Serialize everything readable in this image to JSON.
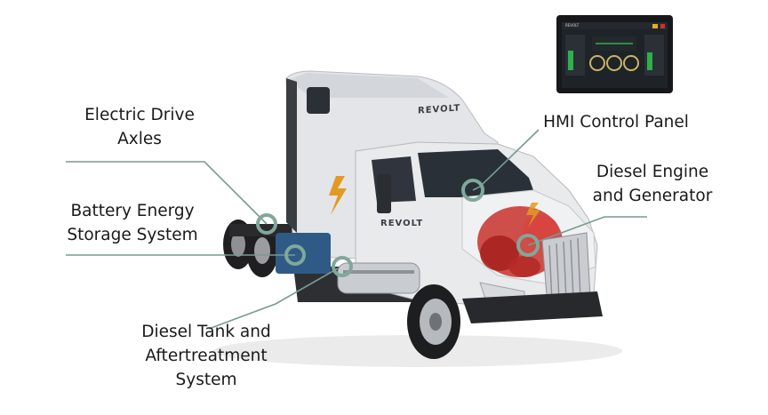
{
  "labels": {
    "electric_drive_axles": [
      "Electric Drive",
      "Axles"
    ],
    "battery_energy_storage": [
      "Battery Energy",
      "Storage System"
    ],
    "diesel_tank": [
      "Diesel Tank and",
      "Aftertreatment",
      "System"
    ],
    "hmi_control_panel": [
      "HMI Control Panel"
    ],
    "diesel_engine": [
      "Diesel Engine",
      "and Generator"
    ]
  },
  "truck_branding": {
    "cab_logo": "REVOLT",
    "door_logo": "REVOLT"
  },
  "hmi_screen": {
    "brand": "REVOLT"
  },
  "colors": {
    "leader_line": "#7a9a92",
    "callout_ring": "#7fa89a",
    "truck_body": "#e6e8ea",
    "accent_bolt": "#e39a22",
    "engine_red": "#c8312d",
    "battery_blue": "#2f5a86",
    "hmi_accent": "#2fb04a"
  }
}
